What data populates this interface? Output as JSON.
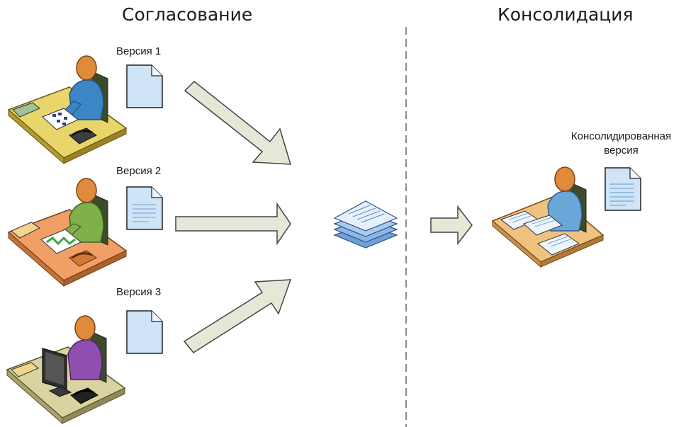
{
  "sections": {
    "left_title": "Согласование",
    "right_title": "Консолидация"
  },
  "versions": [
    {
      "label": "Версия 1",
      "shirt_color": "#3d86c6"
    },
    {
      "label": "Версия 2",
      "shirt_color": "#7fb04a"
    },
    {
      "label": "Версия 3",
      "shirt_color": "#8e4fb0"
    }
  ],
  "consolidated": {
    "label_line1": "Консолидированная",
    "label_line2": "версия",
    "shirt_color": "#6aa6d8"
  },
  "colors": {
    "arrow_fill": "#e3e8d7",
    "arrow_stroke": "#444444",
    "doc_fill": "#cfe4f7",
    "doc_stroke": "#222222",
    "divider": "#666666",
    "skin": "#e08a3c"
  }
}
